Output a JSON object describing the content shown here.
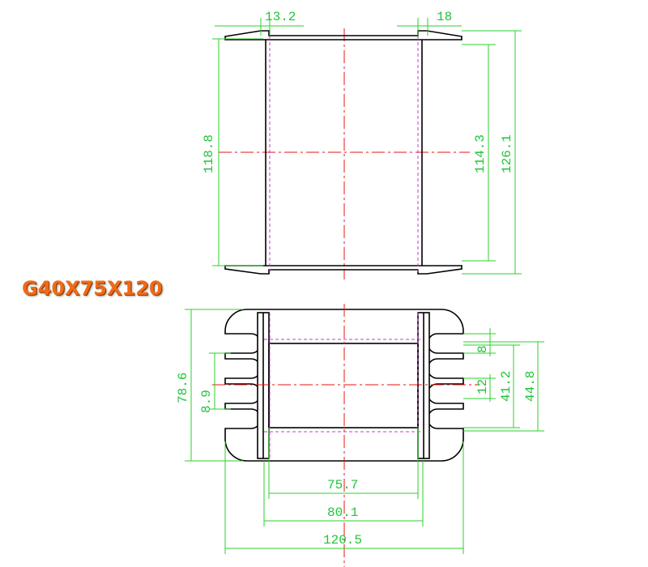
{
  "title": "G40X75X120",
  "colors": {
    "outline": "#000000",
    "dimension": "#22c43a",
    "centerline": "#e11111",
    "hidden": "#c43ccf",
    "title": "#f06a16"
  },
  "top_view": {
    "dims": {
      "flange_left": "13.2",
      "flange_right": "18",
      "height_left": "118.8",
      "height_inner": "114.3",
      "height_total": "126.1"
    }
  },
  "bottom_view": {
    "dims": {
      "height_total": "78.6",
      "slot": "8.9",
      "right_8": "8",
      "right_12": "12",
      "right_41": "41.2",
      "right_44": "44.8",
      "width_inner": "75.7",
      "width_mid": "80.1",
      "width_total": "120.5"
    }
  }
}
